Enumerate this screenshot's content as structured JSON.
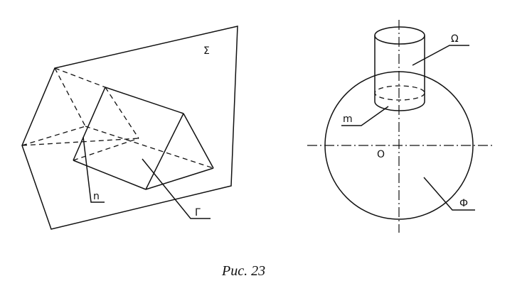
{
  "left_figure": {
    "label_plane": "Σ",
    "label_edge": "n",
    "label_prism": "Г"
  },
  "right_figure": {
    "label_cylinder": "Ω",
    "label_curve": "m",
    "label_center": "O",
    "label_sphere": "Ф"
  },
  "caption": "Рис. 23"
}
